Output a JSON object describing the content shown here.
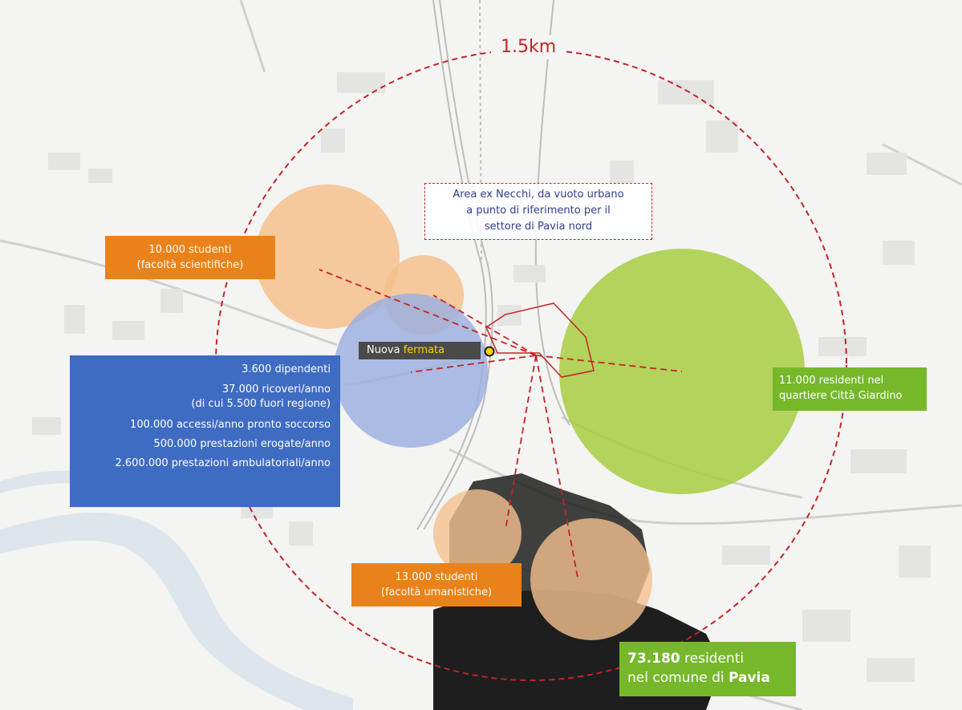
{
  "map": {
    "radius_label": "1.5km",
    "area_callout": {
      "line1": "Area ex Necchi, da vuoto urbano",
      "line2": "a punto di riferimento per il",
      "line3": "settore di Pavia nord"
    },
    "stop_label": {
      "prefix": "Nuova ",
      "highlight": "fermata"
    },
    "science_students": {
      "line1": "10.000 studenti",
      "line2": "(facoltà scientifiche)"
    },
    "humanities_students": {
      "line1": "13.000 studenti",
      "line2": "(facoltà umanistiche)"
    },
    "citta_giardino": {
      "line1": "11.000 residenti nel",
      "line2": "quartiere Città Giardino"
    },
    "hospital_stats": {
      "items": [
        "3.600 dipendenti",
        "37.000 ricoveri/anno",
        "(di cui 5.500 fuori regione)",
        "100.000 accessi/anno pronto soccorso",
        "500.000 prestazioni erogate/anno",
        "2.600.000 prestazioni ambulatoriali/anno"
      ]
    },
    "city_residents": {
      "number": "73.180",
      "suffix": " residenti",
      "line2_prefix": "nel comune di ",
      "city": "Pavia"
    },
    "colors": {
      "orange_zone": "#f4c18d",
      "blue_zone": "#9fb0e0",
      "green_zone": "#a5cc3a",
      "orange_label": "#e9821a",
      "green_label": "#76b82a",
      "blue_label": "#3f6cc3",
      "dashed_red": "#c32426",
      "river": "#dde6ec"
    }
  }
}
